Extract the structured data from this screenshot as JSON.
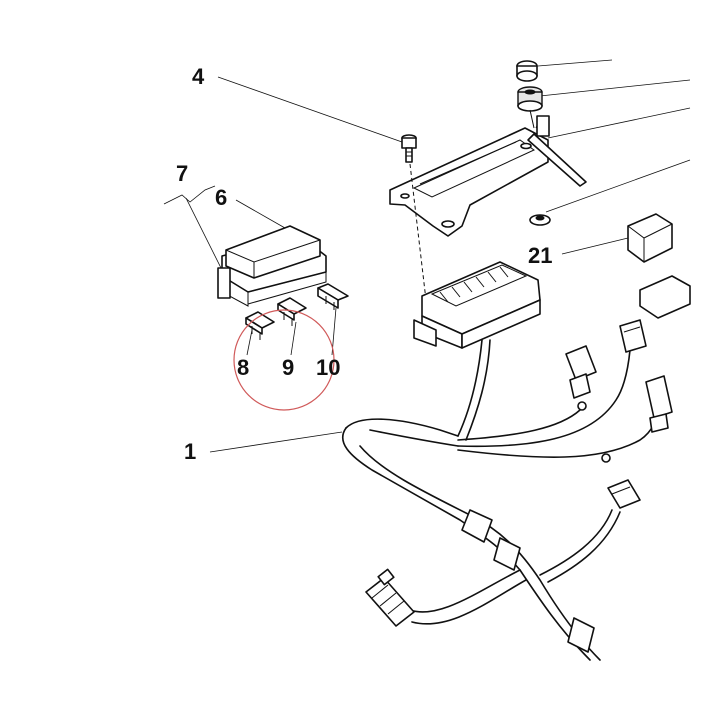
{
  "diagram": {
    "callouts": [
      {
        "id": "c1",
        "text": "1"
      },
      {
        "id": "c4",
        "text": "4"
      },
      {
        "id": "c6",
        "text": "6"
      },
      {
        "id": "c7",
        "text": "7"
      },
      {
        "id": "c8",
        "text": "8"
      },
      {
        "id": "c9",
        "text": "9"
      },
      {
        "id": "c10",
        "text": "10"
      },
      {
        "id": "c21",
        "text": "21"
      }
    ],
    "highlight_color": "#d05a5a",
    "line_color": "#111111"
  }
}
